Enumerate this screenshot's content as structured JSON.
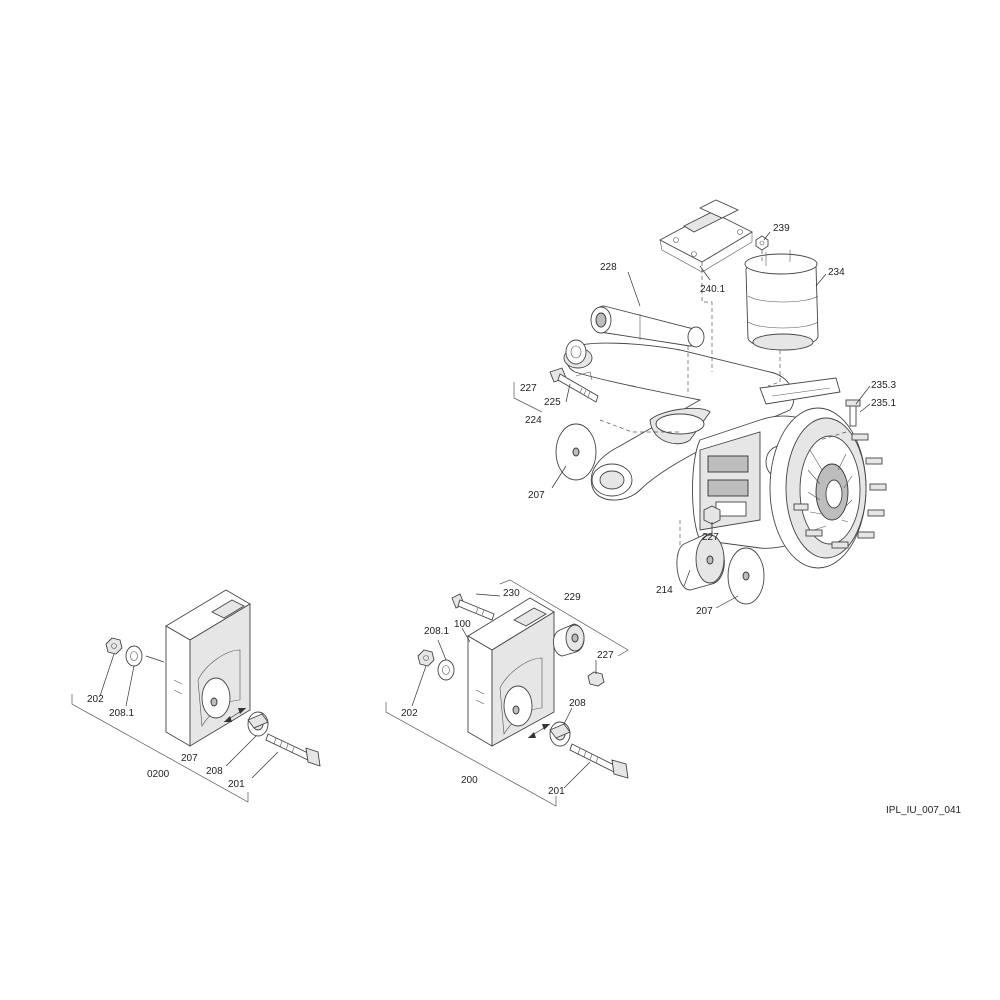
{
  "document_id": "IPL_IU_007_041",
  "callouts": {
    "c239": "239",
    "c234": "234",
    "c228": "228",
    "c2401": "240.1",
    "c2353": "235.3",
    "c2351": "235.1",
    "c227a": "227",
    "c225": "225",
    "c224": "224",
    "c207a": "207",
    "c227b": "227",
    "c214": "214",
    "c207b": "207",
    "c230": "230",
    "c229": "229",
    "c2081a": "208.1",
    "c100": "100",
    "c227c": "227",
    "c202a": "202",
    "c208a": "208",
    "c200": "200",
    "c201a": "201",
    "c202b": "202",
    "c2081b": "208.1",
    "c207c": "207",
    "c208b": "208",
    "c0200": "0200",
    "c201b": "201"
  }
}
